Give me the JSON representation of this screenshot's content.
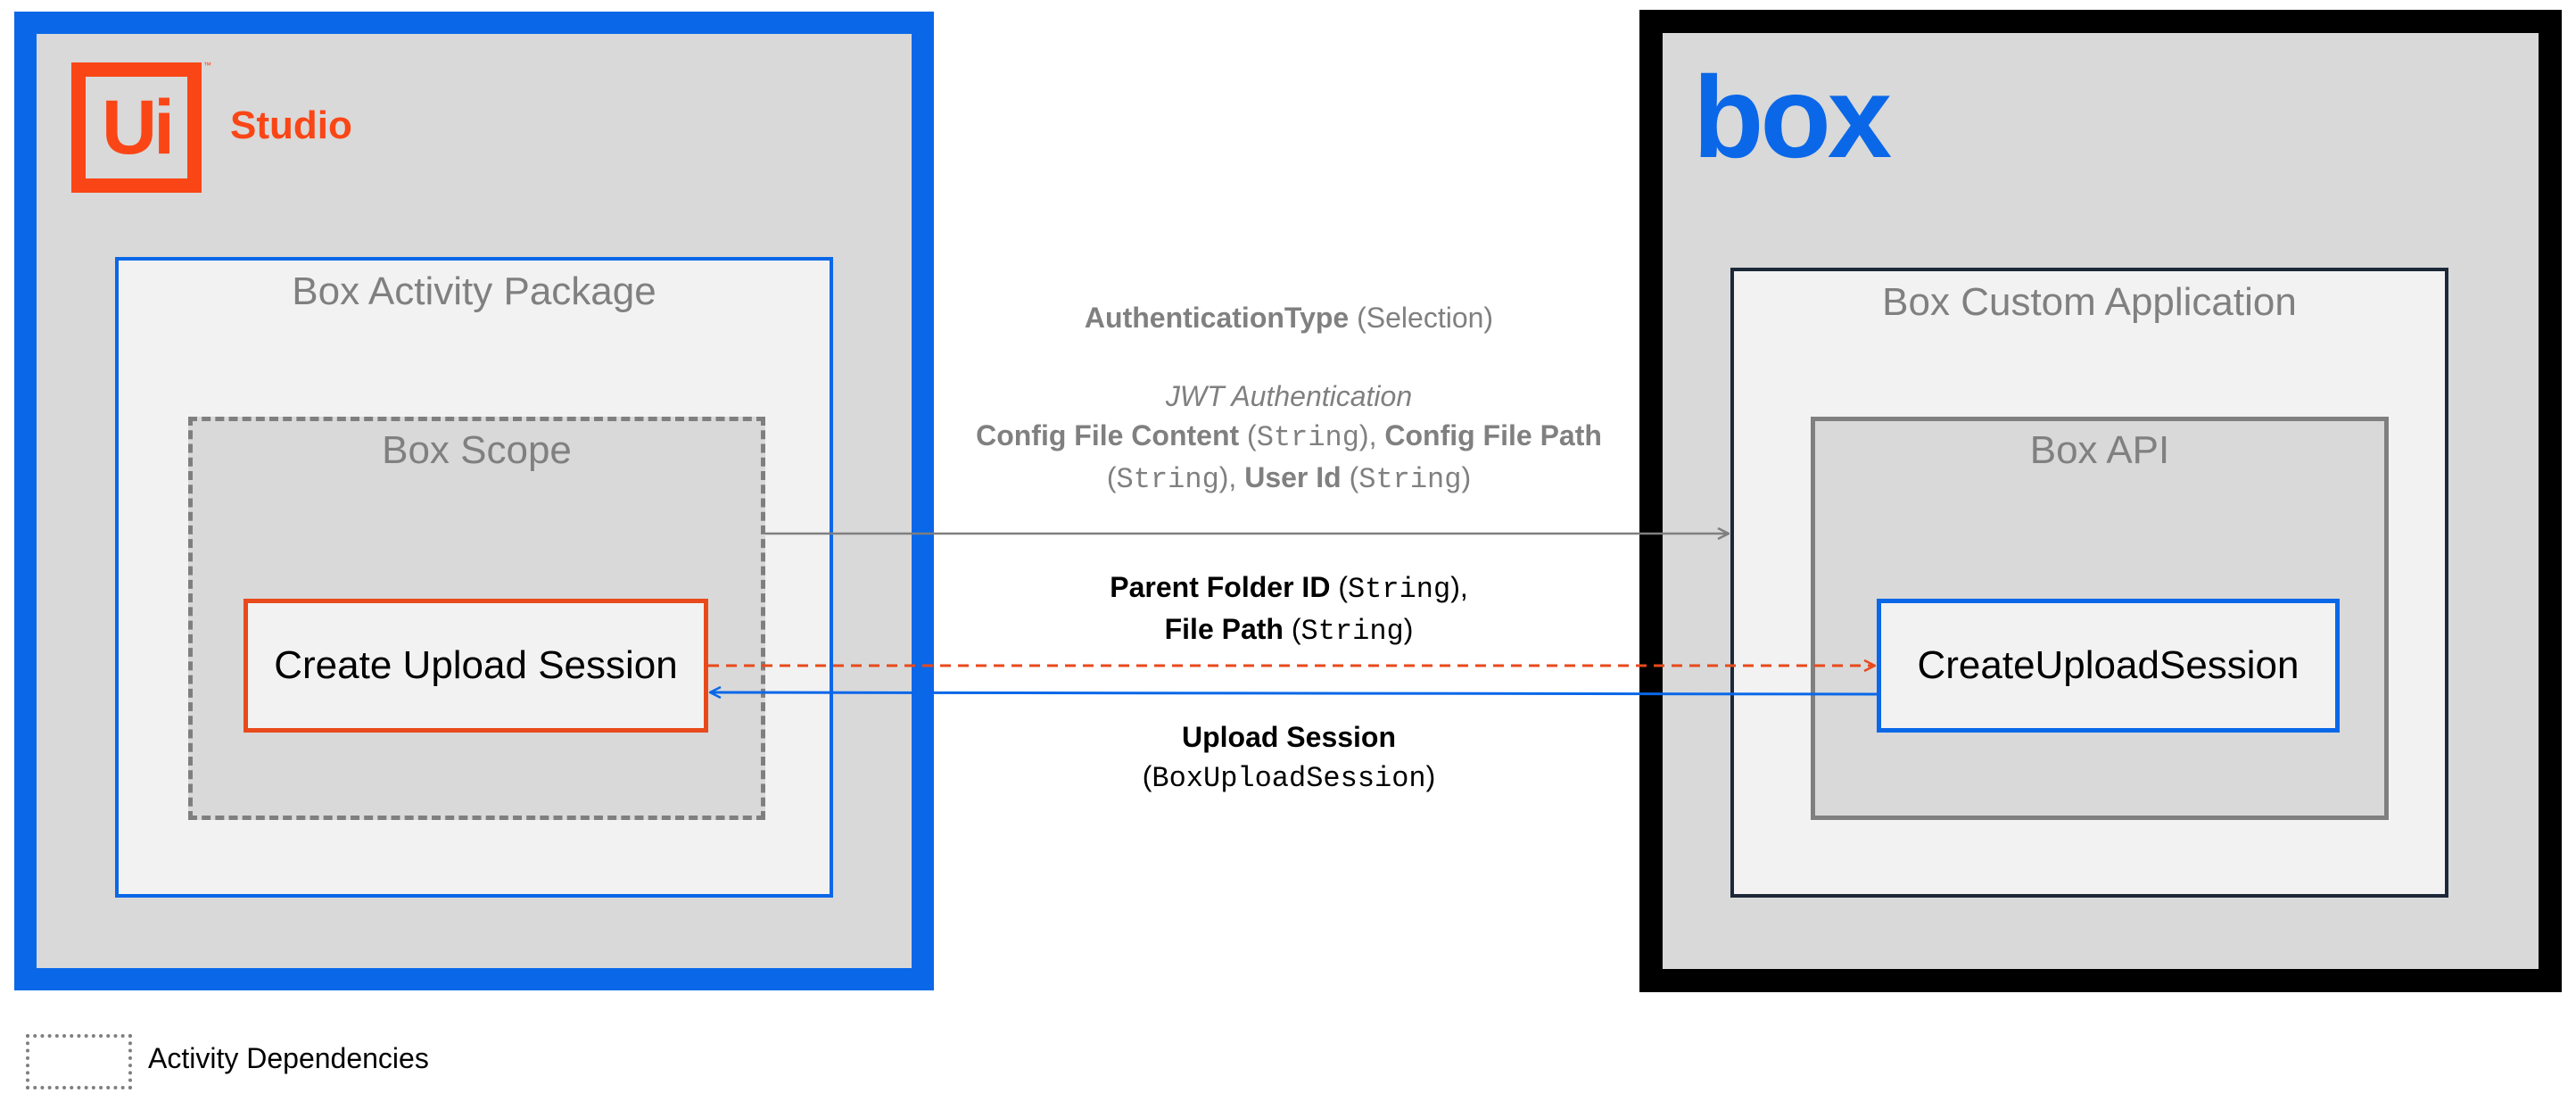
{
  "studio": {
    "logo_text": "Ui",
    "logo_trademark": "™",
    "label": "Studio",
    "package_title": "Box Activity Package",
    "scope_title": "Box Scope",
    "activity_label": "Create Upload Session"
  },
  "box": {
    "logo_text": "box",
    "app_title": "Box Custom Application",
    "api_title": "Box API",
    "endpoint_label": "CreateUploadSession"
  },
  "auth": {
    "type_name": "AuthenticationType",
    "type_value": "(Selection)",
    "mode": "JWT Authentication",
    "p1_name": "Config File Content",
    "p1_type_open": " (",
    "p1_type": "String",
    "p1_type_close": "), ",
    "p2_name": "Config File Path",
    "p2_type_open": "(",
    "p2_type": "String",
    "p2_type_close": "), ",
    "p3_name": "User Id",
    "p3_type_open": " (",
    "p3_type": "String",
    "p3_type_close": ")"
  },
  "params": {
    "p1_name": "Parent Folder ID",
    "p1_type_open": " (",
    "p1_type": "String",
    "p1_type_close": "),",
    "p2_name": "File Path",
    "p2_type_open": " (",
    "p2_type": "String",
    "p2_type_close": ")"
  },
  "output": {
    "name": "Upload Session",
    "type_open": "(",
    "type": "BoxUploadSession",
    "type_close": ")"
  },
  "legend": {
    "label": "Activity Dependencies"
  },
  "colors": {
    "uipath_orange": "#fa4616",
    "box_blue": "#0a67e8",
    "auth_arrow": "#7f7f7f",
    "request_arrow": "#e84a1c",
    "response_arrow": "#0a67e8"
  }
}
